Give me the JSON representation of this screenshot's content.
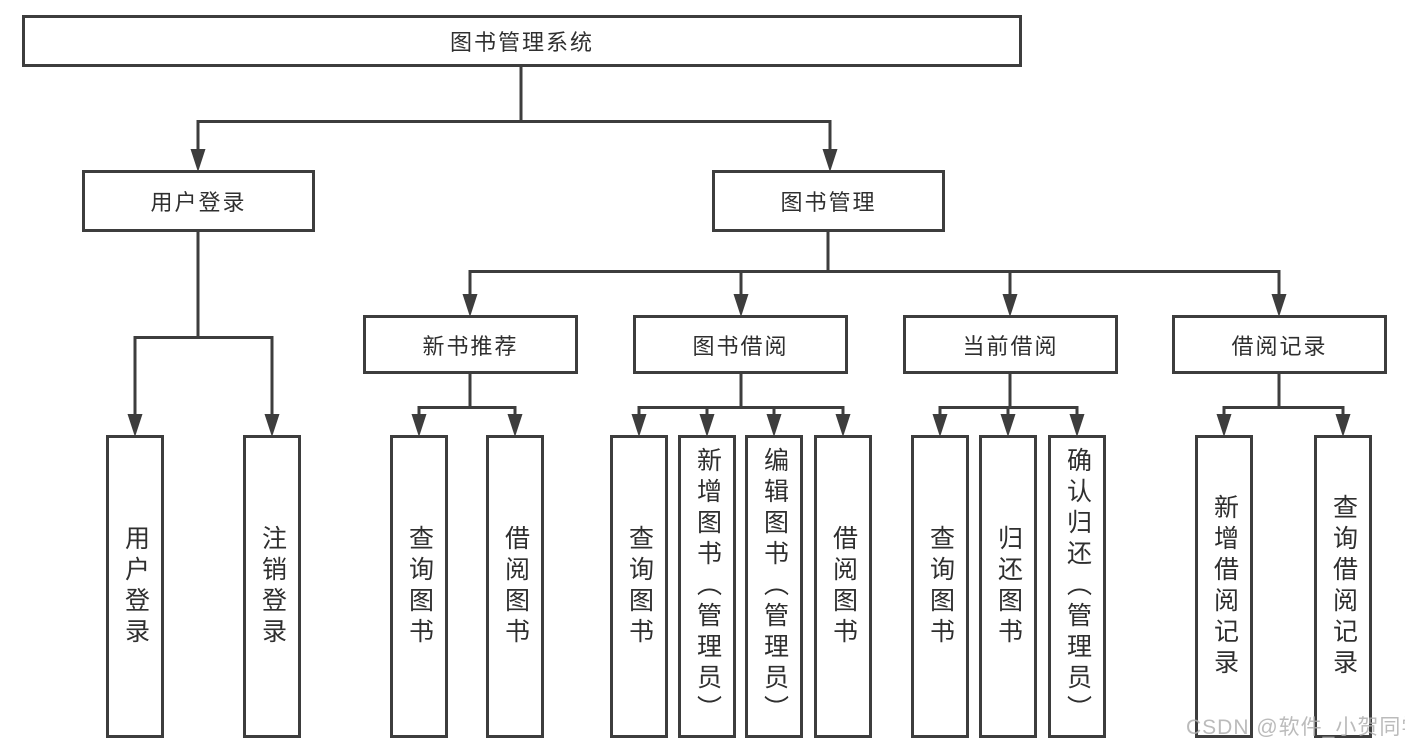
{
  "diagram": {
    "type": "hierarchy-tree",
    "root": {
      "label": "图书管理系统"
    },
    "level2": [
      {
        "label": "用户登录"
      },
      {
        "label": "图书管理"
      }
    ],
    "level3": [
      {
        "label": "新书推荐",
        "parent": "图书管理"
      },
      {
        "label": "图书借阅",
        "parent": "图书管理"
      },
      {
        "label": "当前借阅",
        "parent": "图书管理"
      },
      {
        "label": "借阅记录",
        "parent": "图书管理"
      }
    ],
    "leaves": [
      {
        "label": "用户登录",
        "parent": "用户登录"
      },
      {
        "label": "注销登录",
        "parent": "用户登录"
      },
      {
        "label": "查询图书",
        "parent": "新书推荐"
      },
      {
        "label": "借阅图书",
        "parent": "新书推荐"
      },
      {
        "label": "查询图书",
        "parent": "图书借阅"
      },
      {
        "label": "新增图书（管理员）",
        "parent": "图书借阅"
      },
      {
        "label": "编辑图书（管理员）",
        "parent": "图书借阅"
      },
      {
        "label": "借阅图书",
        "parent": "图书借阅"
      },
      {
        "label": "查询图书",
        "parent": "当前借阅"
      },
      {
        "label": "归还图书",
        "parent": "当前借阅"
      },
      {
        "label": "确认归还（管理员）",
        "parent": "当前借阅"
      },
      {
        "label": "新增借阅记录",
        "parent": "借阅记录"
      },
      {
        "label": "查询借阅记录",
        "parent": "借阅记录"
      }
    ],
    "watermark": "CSDN @软件_小贺同学",
    "colors": {
      "line": "#3d3d3d",
      "text": "#2f2f2f",
      "watermark": "#afafaf",
      "background": "#ffffff"
    }
  }
}
